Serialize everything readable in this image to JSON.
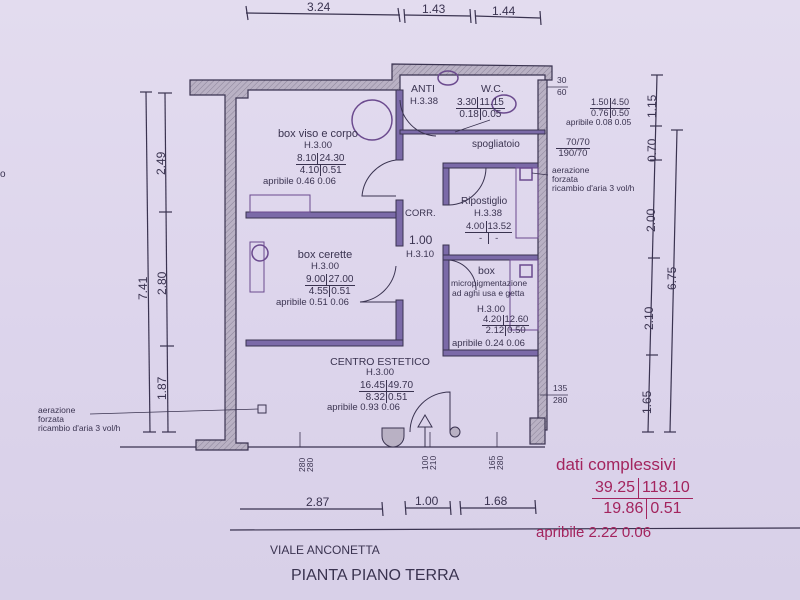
{
  "title": "PIANTA PIANO TERRA",
  "street": "VIALE ANCONETTA",
  "left_edge_fragment": "o",
  "top_dimensions": [
    "3.24",
    "1.43",
    "1.44"
  ],
  "bottom_dimensions": [
    "2.87",
    "1.00",
    "1.68"
  ],
  "left_dimensions": {
    "overall": "7.41",
    "segments": [
      "2.49",
      "2.80",
      "1.87"
    ]
  },
  "right_dimensions": {
    "overall": "6.75",
    "segments": [
      "1.15",
      "0.70",
      "2.00",
      "2.10",
      "1.65"
    ]
  },
  "rooms": {
    "box_viso_corpo": {
      "name": "box viso e corpo",
      "height": "H.3.00",
      "area": "8.10",
      "volume": "24.30",
      "window_area": "4.10",
      "ratio": "0.51",
      "apribile": "apribile 0.46 0.06"
    },
    "box_cerette": {
      "name": "box cerette",
      "height": "H.3.00",
      "area": "9.00",
      "volume": "27.00",
      "window_area": "4.55",
      "ratio": "0.51",
      "apribile": "apribile 0.51 0.06"
    },
    "centro_estetico": {
      "name": "CENTRO ESTETICO",
      "height": "H.3.00",
      "area": "16.45",
      "volume": "49.70",
      "window_area": "8.32",
      "ratio": "0.51",
      "apribile": "apribile 0.93 0.06"
    },
    "anti": {
      "name": "ANTI",
      "height": "H.3.38"
    },
    "wc": {
      "name": "W.C.",
      "area": "3.30",
      "volume": "11.15",
      "window_area": "0.18",
      "ratio": "0.05"
    },
    "spogliatoio": {
      "name": "spogliatoio",
      "area": "1.50",
      "volume": "4.50",
      "window_area": "0.76",
      "ratio": "0.50",
      "apribile": "apribile 0.08 0.05",
      "window_top": "70/70",
      "window_bottom": "190/70"
    },
    "ripostiglio": {
      "name": "Ripostiglio",
      "height": "H.3.38",
      "area": "4.00",
      "volume": "13.52",
      "window_area": "-",
      "ratio": "-"
    },
    "box_micro": {
      "name": "box",
      "subtitle1": "micropigmentazione",
      "subtitle2": "ad aghi usa e getta",
      "height": "H.3.00",
      "area": "4.20",
      "volume": "12.60",
      "window_area": "2.12",
      "ratio": "0.50",
      "apribile": "apribile 0.24 0.06"
    },
    "corridoio": {
      "name": "CORR.",
      "width": "1.00",
      "height": "H.3.10"
    }
  },
  "openings": {
    "wc_window_top": "30",
    "wc_window_bottom": "60",
    "side_window_top": "135",
    "side_window_bottom": "280",
    "front_window_1": [
      "280",
      "280"
    ],
    "front_door": [
      "100",
      "210"
    ],
    "front_window_2": [
      "165",
      "280"
    ]
  },
  "aeration_notes": {
    "line1": "aerazione",
    "line2": "forzata",
    "line3": "ricambio d'aria 3 vol/h"
  },
  "summary": {
    "title": "dati complessivi",
    "area": "39.25",
    "volume": "118.10",
    "window_area": "19.86",
    "ratio": "0.51",
    "apribile": "apribile 2.22 0.06",
    "color": "#a3245e"
  }
}
